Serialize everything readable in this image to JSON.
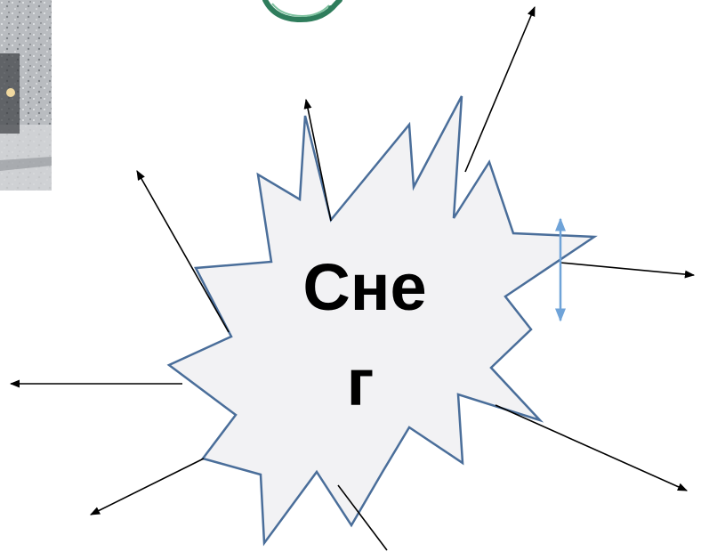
{
  "center_word": {
    "line1": "Сне",
    "line2": "г"
  },
  "colors": {
    "star_fill": "#F2F2F4",
    "star_stroke": "#4A6E9A",
    "arrow": "#000000",
    "blue_arrow": "#6FA3D8",
    "snow_photo": "#B9BCC0",
    "car_green": "#2F7D5C"
  },
  "icons": {
    "photo": "snow-road-photo",
    "ornament": "green-ornament-image"
  }
}
